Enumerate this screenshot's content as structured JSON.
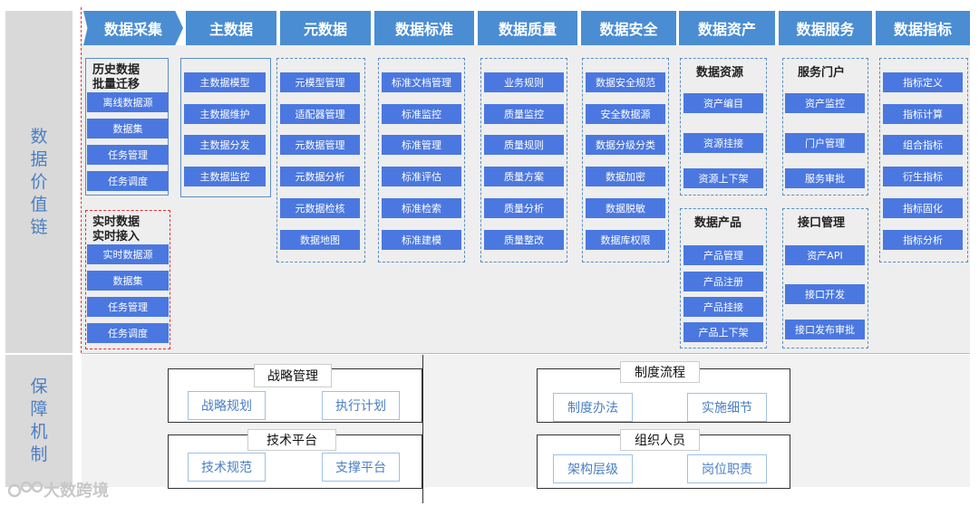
{
  "left": {
    "value_chain": "数据价值链",
    "guarantee": "保障机制"
  },
  "headers": [
    "数据采集",
    "主数据",
    "元数据",
    "数据标准",
    "数据质量",
    "数据安全",
    "数据资产",
    "数据服务",
    "数据指标"
  ],
  "collect": {
    "history_title": "历史数据\n批量迁移",
    "history_items": [
      "离线数据源",
      "数据集",
      "任务管理",
      "任务调度"
    ],
    "realtime_title": "实时数据\n实时接入",
    "realtime_items": [
      "实时数据源",
      "数据集",
      "任务管理",
      "任务调度"
    ]
  },
  "master": [
    "主数据模型",
    "主数据维护",
    "主数据分发",
    "主数据监控"
  ],
  "meta": [
    "元模型管理",
    "适配器管理",
    "元数据管理",
    "元数据分析",
    "元数据检核",
    "数据地图"
  ],
  "standard": [
    "标准文档管理",
    "标准监控",
    "标准管理",
    "标准评估",
    "标准检索",
    "标准建模"
  ],
  "quality": [
    "业务规则",
    "质量监控",
    "质量规则",
    "质量方案",
    "质量分析",
    "质量整改"
  ],
  "security": [
    "数据安全规范",
    "安全数据源",
    "数据分级分类",
    "数据加密",
    "数据脱敏",
    "数据库权限"
  ],
  "asset": {
    "res_title": "数据资源",
    "res_items": [
      "资产编目",
      "资源挂接",
      "资源上下架"
    ],
    "prod_title": "数据产品",
    "prod_items": [
      "产品管理",
      "产品注册",
      "产品挂接",
      "产品上下架"
    ]
  },
  "service": {
    "portal_title": "服务门户",
    "portal_items": [
      "资产监控",
      "门户管理",
      "服务审批"
    ],
    "api_title": "接口管理",
    "api_items": [
      "资产API",
      "接口开发",
      "接口发布审批"
    ]
  },
  "indicator": [
    "指标定义",
    "指标计算",
    "组合指标",
    "衍生指标",
    "指标固化",
    "指标分析"
  ],
  "guarantee": {
    "strategy": {
      "title": "战略管理",
      "items": [
        "战略规划",
        "执行计划"
      ]
    },
    "tech": {
      "title": "技术平台",
      "items": [
        "技术规范",
        "支撑平台"
      ]
    },
    "process": {
      "title": "制度流程",
      "items": [
        "制度办法",
        "实施细节"
      ]
    },
    "org": {
      "title": "组织人员",
      "items": [
        "架构层级",
        "岗位职责"
      ]
    }
  },
  "watermark": "大数跨境"
}
